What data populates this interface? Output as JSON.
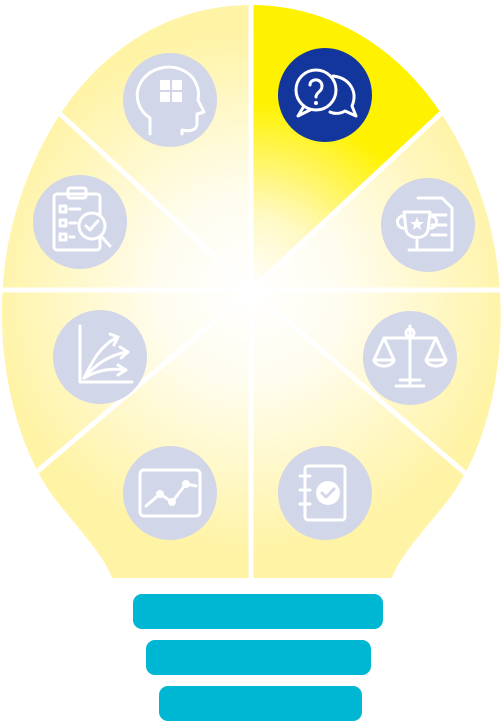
{
  "diagram": {
    "segments": [
      {
        "id": "problem-solving",
        "icon": "head-puzzle-icon",
        "active": false
      },
      {
        "id": "discussion",
        "icon": "question-chat-icon",
        "active": true
      },
      {
        "id": "achievement",
        "icon": "trophy-document-icon",
        "active": false
      },
      {
        "id": "ethics",
        "icon": "balance-scale-icon",
        "active": false
      },
      {
        "id": "review",
        "icon": "checked-notebook-icon",
        "active": false
      },
      {
        "id": "trend-analysis",
        "icon": "line-chart-icon",
        "active": false
      },
      {
        "id": "growth",
        "icon": "branching-arrows-chart-icon",
        "active": false
      },
      {
        "id": "inspection",
        "icon": "clipboard-magnifier-icon",
        "active": false
      }
    ],
    "base_bars": 3
  },
  "colors": {
    "segment_light": "#fff6b8",
    "segment_center": "#ffffff",
    "segment_active": "#fff200",
    "icon_circle": "#d1d6e8",
    "icon_circle_active": "#12369b",
    "base_bar": "#00b7d3"
  }
}
